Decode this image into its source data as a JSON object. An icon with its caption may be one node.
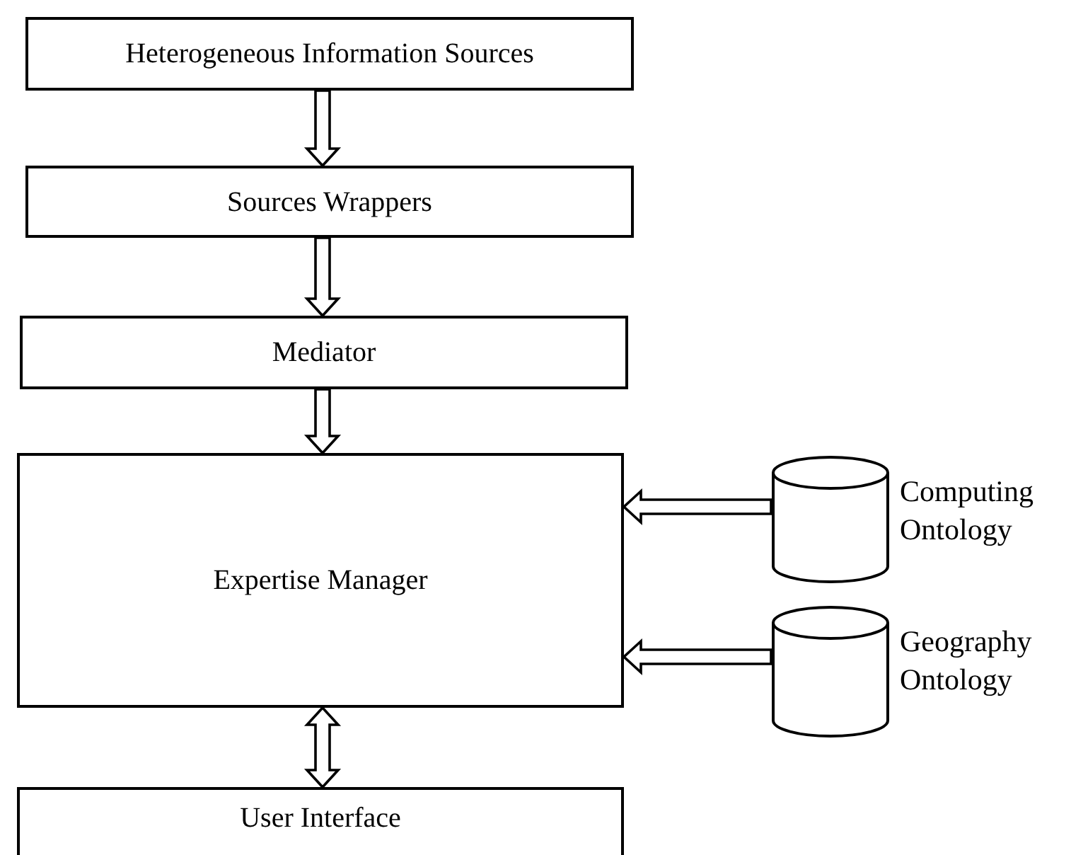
{
  "diagram": {
    "nodes": [
      {
        "text": [
          "Heterogeneous Information Sources"
        ]
      },
      {
        "text": [
          "Sources Wrappers"
        ]
      },
      {
        "text": [
          "Mediator"
        ]
      },
      {
        "text": [
          "Expertise Manager"
        ]
      },
      {
        "text": [
          "User Interface"
        ]
      },
      {
        "text": [
          "Computing Ontology"
        ]
      },
      {
        "text": [
          "Geography Ontology"
        ]
      }
    ],
    "edges": [
      {
        "from": 0,
        "to": 1,
        "arrow": "to"
      },
      {
        "from": 1,
        "to": 2,
        "arrow": "to"
      },
      {
        "from": 2,
        "to": 3,
        "arrow": "to"
      },
      {
        "from": 3,
        "to": 4,
        "arrow": "both"
      },
      {
        "from": 5,
        "to": 3,
        "arrow": "to"
      },
      {
        "from": 6,
        "to": 3,
        "arrow": "to"
      }
    ]
  }
}
